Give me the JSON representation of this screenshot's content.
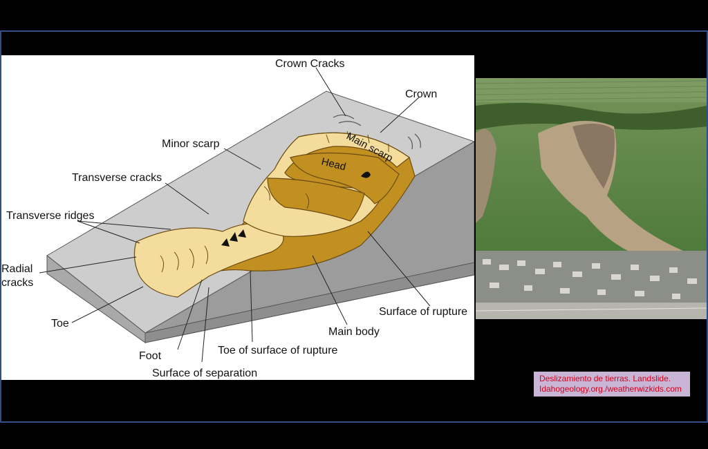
{
  "diagram": {
    "labels": {
      "crown_cracks": "Crown Cracks",
      "crown": "Crown",
      "minor_scarp": "Minor scarp",
      "main_scarp": "Main scarp",
      "head": "Head",
      "transverse_cracks": "Transverse cracks",
      "transverse_ridges": "Transverse ridges",
      "radial_1": "Radial",
      "radial_2": "cracks",
      "toe": "Toe",
      "foot": "Foot",
      "surface_of_separation": "Surface of separation",
      "toe_of_surface_of_rupture": "Toe of surface of rupture",
      "main_body": "Main body",
      "surface_of_rupture": "Surface of rupture"
    }
  },
  "photo": {
    "subject": "landslide-aerial-photo"
  },
  "caption": {
    "line1": "Deslizamiento de tierras. Landslide.",
    "line2": "Idahogeology.org./weatherwizkids.com"
  },
  "colors": {
    "frame": "#2f4f86",
    "slope_top": "#cfcfcf",
    "slope_side": "#9a9a9a",
    "landslide_light": "#f3dc9a",
    "landslide_dark": "#c08c1e",
    "caption_bg": "#c9b6d7",
    "caption_text": "#d4001c"
  }
}
